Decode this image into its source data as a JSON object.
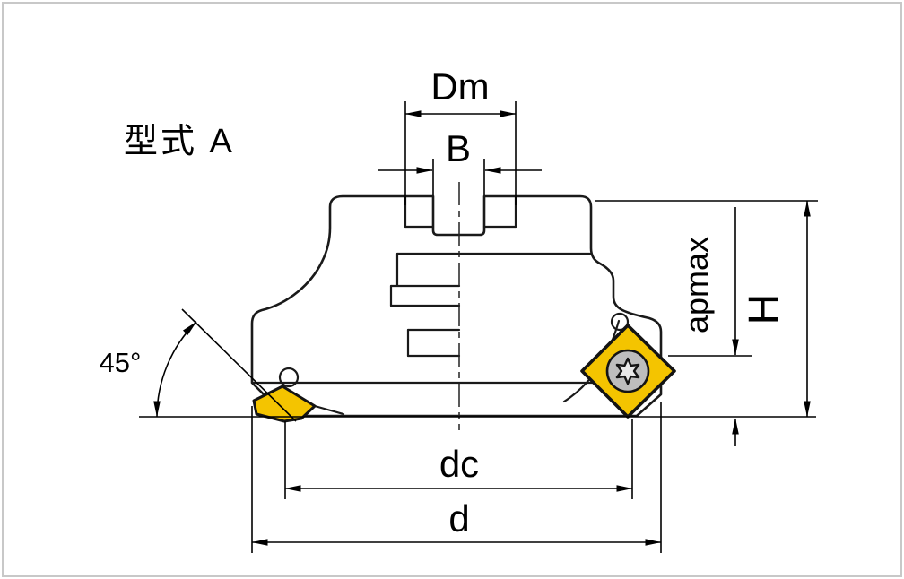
{
  "title": {
    "text": "型式 A"
  },
  "labels": {
    "dm": "Dm",
    "b": "B",
    "angle": "45°",
    "apmax": "apmax",
    "h": "H",
    "dc": "dc",
    "d": "d"
  },
  "colors": {
    "background": "#ffffff",
    "frame": "#c8c8c8",
    "body_fill": "#d7d7d7",
    "outline": "#1a1a1a",
    "insert_fill": "#f4c400",
    "screw_fill": "#bdbdbd",
    "torx_fill": "#e8e8e8",
    "dimension": "#000000"
  }
}
